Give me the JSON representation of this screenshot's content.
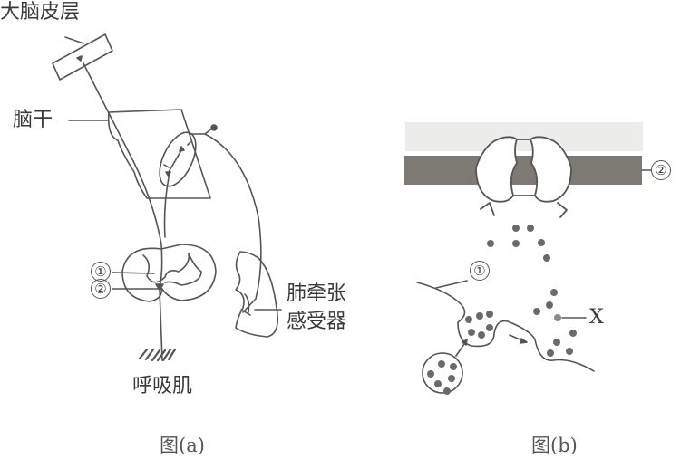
{
  "figure_a": {
    "caption": "图(a)",
    "labels": {
      "cortex": "大脑皮层",
      "brainstem": "脑干",
      "marker_1": "①",
      "marker_2": "②",
      "respiratory_muscle": "呼吸肌",
      "lung_receptor_line1": "肺牵张",
      "lung_receptor_line2": "感受器"
    }
  },
  "figure_b": {
    "caption": "图(b)",
    "labels": {
      "marker_1": "①",
      "marker_2": "②",
      "x": "X"
    }
  },
  "colors": {
    "line": "#555555",
    "membrane_band": "#7d7a74",
    "dot": "#6a6a6a"
  }
}
